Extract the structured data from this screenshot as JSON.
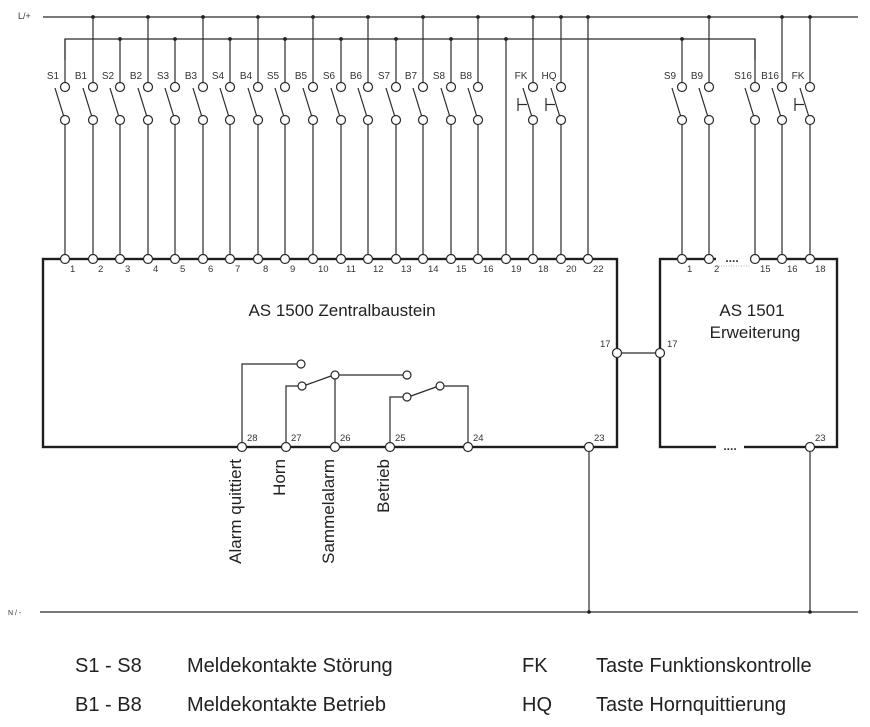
{
  "rails": {
    "top_label": "L/+",
    "bottom_label": "N / -"
  },
  "main_module": {
    "title": "AS 1500 Zentralbaustein",
    "inputs": [
      {
        "label": "S1",
        "terminal": "1",
        "kind": "switch",
        "supply": "common"
      },
      {
        "label": "B1",
        "terminal": "2",
        "kind": "switch",
        "supply": "L"
      },
      {
        "label": "S2",
        "terminal": "3",
        "kind": "switch",
        "supply": "common"
      },
      {
        "label": "B2",
        "terminal": "4",
        "kind": "switch",
        "supply": "L"
      },
      {
        "label": "S3",
        "terminal": "5",
        "kind": "switch",
        "supply": "common"
      },
      {
        "label": "B3",
        "terminal": "6",
        "kind": "switch",
        "supply": "L"
      },
      {
        "label": "S4",
        "terminal": "7",
        "kind": "switch",
        "supply": "common"
      },
      {
        "label": "B4",
        "terminal": "8",
        "kind": "switch",
        "supply": "L"
      },
      {
        "label": "S5",
        "terminal": "9",
        "kind": "switch",
        "supply": "common"
      },
      {
        "label": "B5",
        "terminal": "10",
        "kind": "switch",
        "supply": "L"
      },
      {
        "label": "S6",
        "terminal": "11",
        "kind": "switch",
        "supply": "common"
      },
      {
        "label": "B6",
        "terminal": "12",
        "kind": "switch",
        "supply": "L"
      },
      {
        "label": "S7",
        "terminal": "13",
        "kind": "switch",
        "supply": "common"
      },
      {
        "label": "B7",
        "terminal": "14",
        "kind": "switch",
        "supply": "L"
      },
      {
        "label": "S8",
        "terminal": "15",
        "kind": "switch",
        "supply": "common"
      },
      {
        "label": "B8",
        "terminal": "16",
        "kind": "switch",
        "supply": "L"
      },
      {
        "label": "",
        "terminal": "19",
        "kind": "direct",
        "supply": "common"
      },
      {
        "label": "FK",
        "terminal": "18",
        "kind": "pushbutton",
        "supply": "L"
      },
      {
        "label": "HQ",
        "terminal": "20",
        "kind": "pushbutton",
        "supply": "L"
      },
      {
        "label": "",
        "terminal": "22",
        "kind": "direct",
        "supply": "L"
      }
    ],
    "bus_terminal": "17",
    "neutral_terminal": "23",
    "outputs": [
      {
        "terminal": "28",
        "label": "Alarm quittiert"
      },
      {
        "terminal": "27",
        "label": "Horn"
      },
      {
        "terminal": "26",
        "label": "Sammelalarm"
      },
      {
        "terminal": "25",
        "label": "Betrieb"
      },
      {
        "terminal": "24",
        "label": ""
      }
    ]
  },
  "extension_module": {
    "title_line1": "AS 1501",
    "title_line2": "Erweiterung",
    "inputs": [
      {
        "label": "S9",
        "terminal": "1",
        "kind": "switch",
        "supply": "common"
      },
      {
        "label": "B9",
        "terminal": "2",
        "kind": "switch",
        "supply": "L"
      },
      {
        "label": "S16",
        "terminal": "15",
        "kind": "switch",
        "supply": "common"
      },
      {
        "label": "B16",
        "terminal": "16",
        "kind": "switch",
        "supply": "L"
      },
      {
        "label": "FK",
        "terminal": "18",
        "kind": "pushbutton",
        "supply": "L"
      }
    ],
    "ellipsis": "....",
    "bus_terminal": "17",
    "neutral_terminal": "23"
  },
  "legend": [
    {
      "code": "S1 - S8",
      "text": "Meldekontakte Störung"
    },
    {
      "code": "B1 - B8",
      "text": "Meldekontakte Betrieb"
    },
    {
      "code": "FK",
      "text": "Taste Funktionskontrolle"
    },
    {
      "code": "HQ",
      "text": "Taste Hornquittierung"
    }
  ]
}
